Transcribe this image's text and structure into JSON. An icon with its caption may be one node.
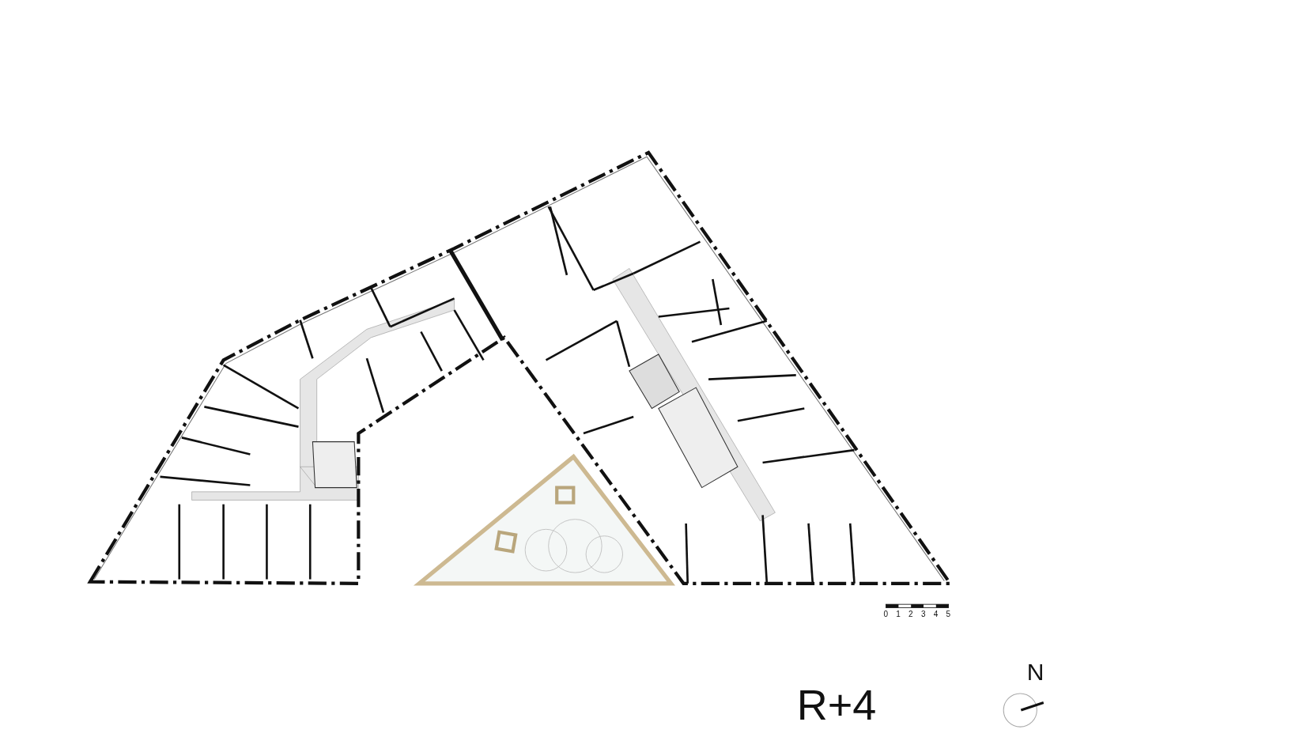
{
  "diagram": {
    "title": "R+4",
    "labels": [
      "0",
      "1",
      "2",
      "3",
      "4",
      "5",
      "N"
    ]
  }
}
